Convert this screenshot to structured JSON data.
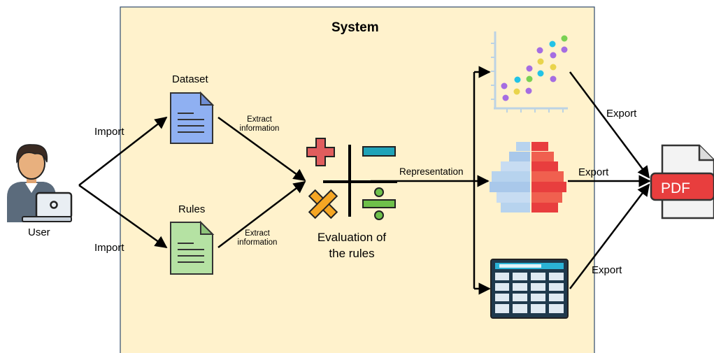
{
  "system": {
    "title": "System"
  },
  "user": {
    "label": "User"
  },
  "inputs": {
    "dataset_label": "Dataset",
    "rules_label": "Rules",
    "import_label_top": "Import",
    "import_label_bottom": "Import",
    "extract_top": [
      "Extract",
      "information"
    ],
    "extract_bottom": [
      "Extract",
      "information"
    ]
  },
  "evaluation": {
    "label": [
      "Evaluation of",
      "the rules"
    ]
  },
  "representation_label": "Representation",
  "export_labels": [
    "Export",
    "Export",
    "Export"
  ],
  "pdf": {
    "text": "PDF"
  },
  "colors": {
    "system_bg": "#fff2cc",
    "system_border": "#2f4a6b",
    "dataset_doc": "#8fb0f2",
    "rules_doc": "#b5e2a3",
    "plus": "#e05d5d",
    "minus": "#1fa3b8",
    "times": "#f5a623",
    "divide": "#6ec04a",
    "pdf_red": "#e83e3e"
  }
}
